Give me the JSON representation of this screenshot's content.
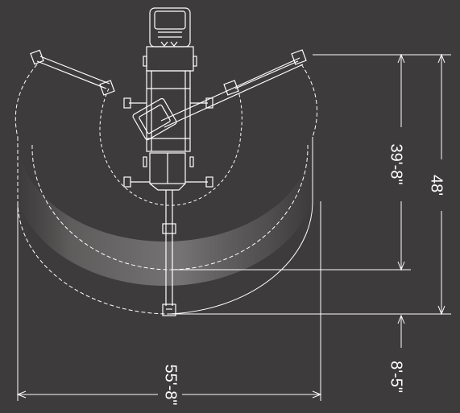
{
  "dimensions": {
    "height_working": "39'-8\"",
    "height_total": "48'",
    "below_grade": "8'-5\"",
    "width_total": "55'-8\""
  },
  "colors": {
    "background": "#3d3b3b",
    "lines": "#ffffff"
  }
}
